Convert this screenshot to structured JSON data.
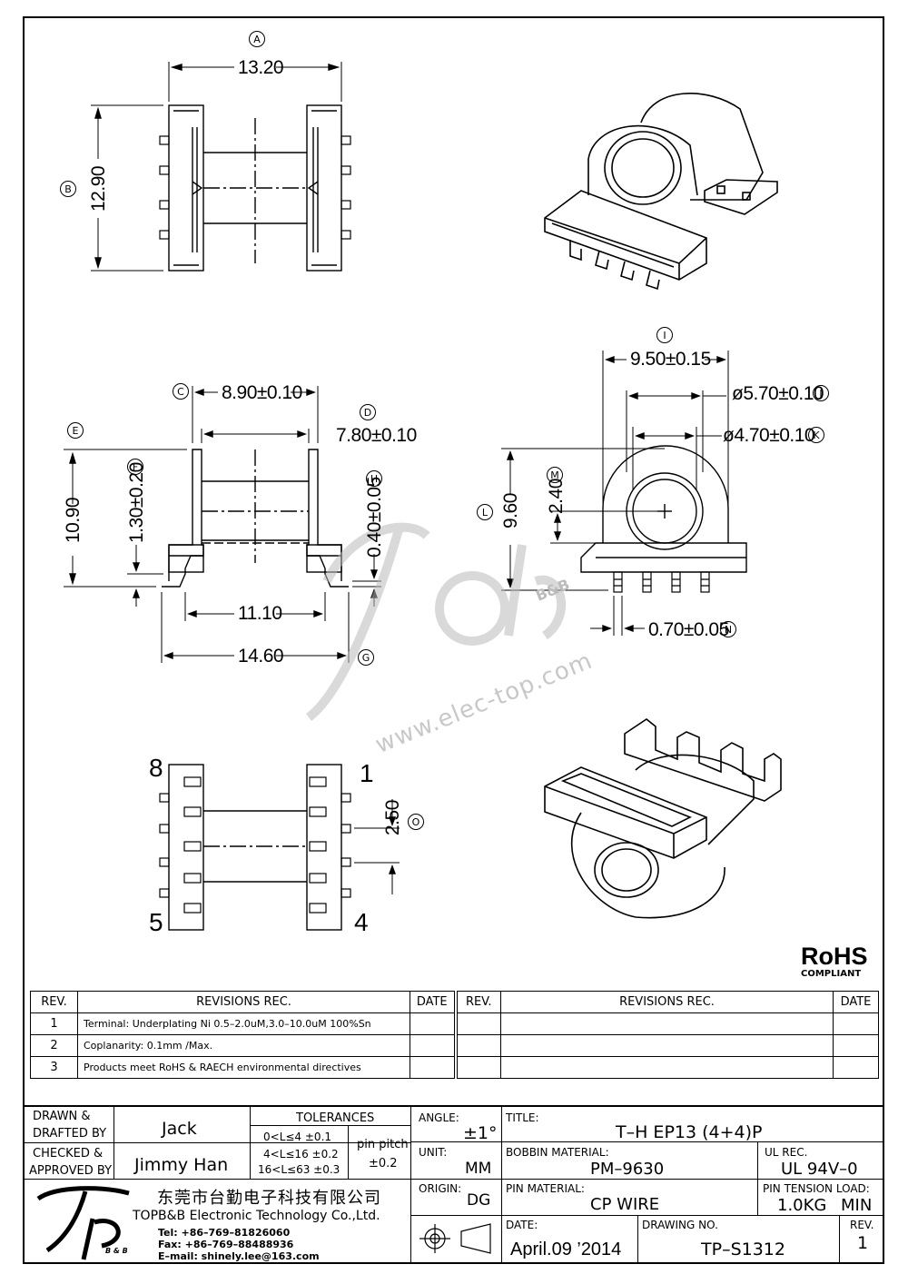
{
  "dims": {
    "A": "A",
    "B": "B",
    "C": "C",
    "D": "D",
    "E": "E",
    "F": "F",
    "G": "G",
    "H": "H",
    "I": "I",
    "J": "J",
    "K": "K",
    "L": "L",
    "M": "M",
    "N": "N",
    "O": "O",
    "d_13_20": "13.20",
    "d_12_90": "12.90",
    "d_8_90": "8.90±0.10",
    "d_7_80": "7.80±0.10",
    "d_10_90": "10.90",
    "d_1_30": "1.30±0.20",
    "d_0_40": "0.40±0.05",
    "d_11_10": "11.10",
    "d_14_60": "14.60",
    "d_9_50": "9.50±0.15",
    "d_5_70": "ø5.70±0.10",
    "d_4_70": "ø4.70±0.10",
    "d_9_60": "9.60",
    "d_2_40": "2.40",
    "d_0_70": "0.70±0.05",
    "d_2_50": "2.50",
    "pin8": "8",
    "pin1": "1",
    "pin5": "5",
    "pin4": "4"
  },
  "watermark": {
    "url": "www.elec-top.com",
    "brand": "B&B"
  },
  "rohs": {
    "mark": "RoHS",
    "sub": "COMPLIANT"
  },
  "revisions": {
    "headers": [
      "REV.",
      "REVISIONS   REC.",
      "DATE",
      "REV.",
      "REVISIONS   REC.",
      "DATE"
    ],
    "rows": [
      {
        "rev": "1",
        "text": "Terminal: Underplating Ni 0.5–2.0uM,3.0–10.0uM 100%Sn"
      },
      {
        "rev": "2",
        "text": "Coplanarity: 0.1mm /Max."
      },
      {
        "rev": "3",
        "text": "Products meet RoHS & RAECH environmental directives"
      }
    ]
  },
  "titleblock": {
    "drawn_label_1": "DRAWN &",
    "drawn_label_2": "DRAFTED BY",
    "drawn_by": "Jack",
    "checked_label_1": "CHECKED &",
    "checked_label_2": "APPROVED BY",
    "checked_by": "Jimmy Han",
    "tol_label": "TOLERANCES",
    "tol_1": "0<L≤4   ±0.1",
    "tol_2": "4<L≤16  ±0.2",
    "tol_3": "16<L≤63  ±0.3",
    "pitch_label": "pin pitch",
    "pitch_val": "±0.2",
    "angle_label": "ANGLE:",
    "angle_val": "±1°",
    "unit_label": "UNIT:",
    "unit_val": "MM",
    "origin_label": "ORIGIN:",
    "origin_val": "DG",
    "title_label": "TITLE:",
    "title_val": "T–H  EP13  (4+4)P",
    "bobbin_label": "BOBBIN MATERIAL:",
    "bobbin_val": "PM–9630",
    "ul_label": "UL REC.",
    "ul_val": "UL  94V–0",
    "pin_label": "PIN MATERIAL:",
    "pin_val": "CP  WIRE",
    "tension_label": "PIN TENSION LOAD:",
    "tension_val": "1.0KG",
    "tension_min": "MIN",
    "date_label": "DATE:",
    "date_val": "April.09  ’2014",
    "drawing_label": "DRAWING NO.",
    "drawing_val": "TP–S1312",
    "rev_label": "REV.",
    "rev_val": "1",
    "company_cn": "东莞市台勤电子科技有限公司",
    "company_en": "TOPB&B Electronic Technology Co.,Ltd.",
    "tel": "Tel: +86–769–81826060",
    "fax": "Fax: +86–769–88488936",
    "email": "E–mail: shinely.lee@163.com",
    "logo_sub": "B & B"
  }
}
